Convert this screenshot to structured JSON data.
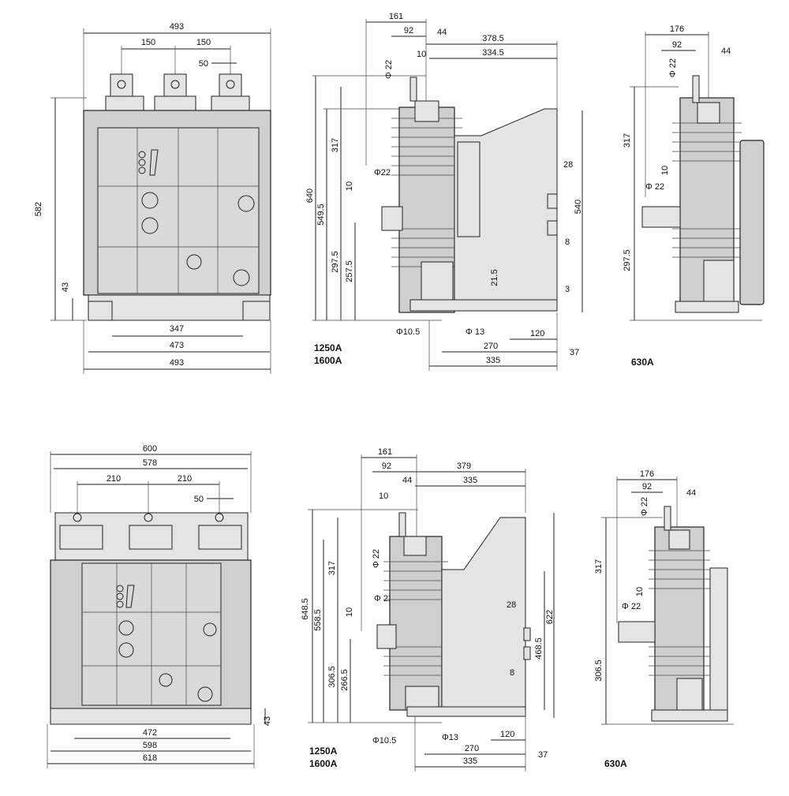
{
  "views": [
    {
      "id": "front-1",
      "dims": [
        "493",
        "150",
        "150",
        "50",
        "582",
        "43",
        "347",
        "473",
        "493"
      ]
    },
    {
      "id": "side-1250-top",
      "caption_lines": [
        "1250A",
        "1600A"
      ],
      "dims": [
        "161",
        "92",
        "44",
        "378.5",
        "10",
        "334.5",
        "Φ 22",
        "640",
        "549.5",
        "317",
        "Φ22",
        "10",
        "297.5",
        "257.5",
        "28",
        "540",
        "8",
        "21.5",
        "3",
        "Φ10.5",
        "Φ 13",
        "120",
        "270",
        "37",
        "335"
      ]
    },
    {
      "id": "side-630-top",
      "caption": "630A",
      "dims": [
        "176",
        "92",
        "44",
        "Φ 22",
        "317",
        "10",
        "Φ 22",
        "297.5"
      ]
    },
    {
      "id": "front-2",
      "dims": [
        "600",
        "578",
        "210",
        "210",
        "50",
        "472",
        "598",
        "618",
        "43"
      ]
    },
    {
      "id": "side-1250-bottom",
      "caption_lines": [
        "1250A",
        "1600A"
      ],
      "dims": [
        "161",
        "92",
        "379",
        "44",
        "335",
        "10",
        "Φ 22",
        "648.5",
        "558.5",
        "317",
        "10",
        "Φ 22",
        "306.5",
        "266.5",
        "28",
        "622",
        "468.5",
        "8",
        "Φ10.5",
        "Φ13",
        "120",
        "270",
        "37",
        "335"
      ]
    },
    {
      "id": "side-630-bottom",
      "caption": "630A",
      "dims": [
        "176",
        "92",
        "44",
        "Φ 22",
        "317",
        "10",
        "Φ 22",
        "306.5"
      ]
    }
  ]
}
